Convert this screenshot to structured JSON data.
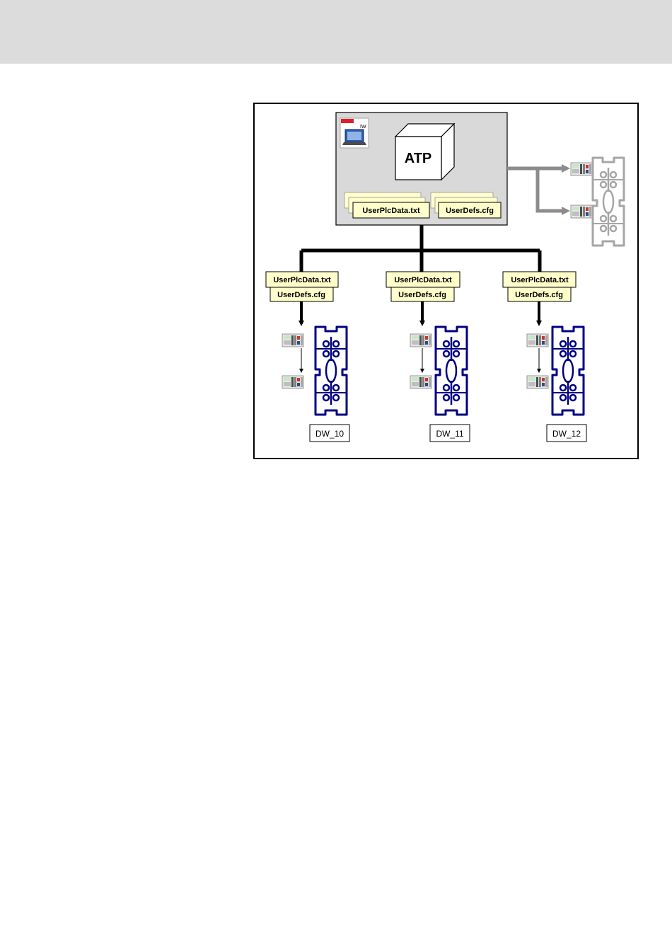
{
  "header": {
    "color": "#dcdcdc"
  },
  "diagram": {
    "server": {
      "cube_label": "ATP",
      "app_icon_label": "IW",
      "file_plc": "UserPlcData.txt",
      "file_defs": "UserDefs.cfg"
    },
    "stations": [
      {
        "plc_file": "UserPlcData.txt",
        "defs_file": "UserDefs.cfg",
        "name": "DW_10"
      },
      {
        "plc_file": "UserPlcData.txt",
        "defs_file": "UserDefs.cfg",
        "name": "DW_11"
      },
      {
        "plc_file": "UserPlcData.txt",
        "defs_file": "UserDefs.cfg",
        "name": "DW_12"
      }
    ],
    "colors": {
      "server_box": "#d9d9d9",
      "file_note": "#ffffcc",
      "line": "#000000",
      "gray_line": "#8c8c8c",
      "station_outline": "#000080",
      "gray_station": "#a6a6a6"
    }
  }
}
